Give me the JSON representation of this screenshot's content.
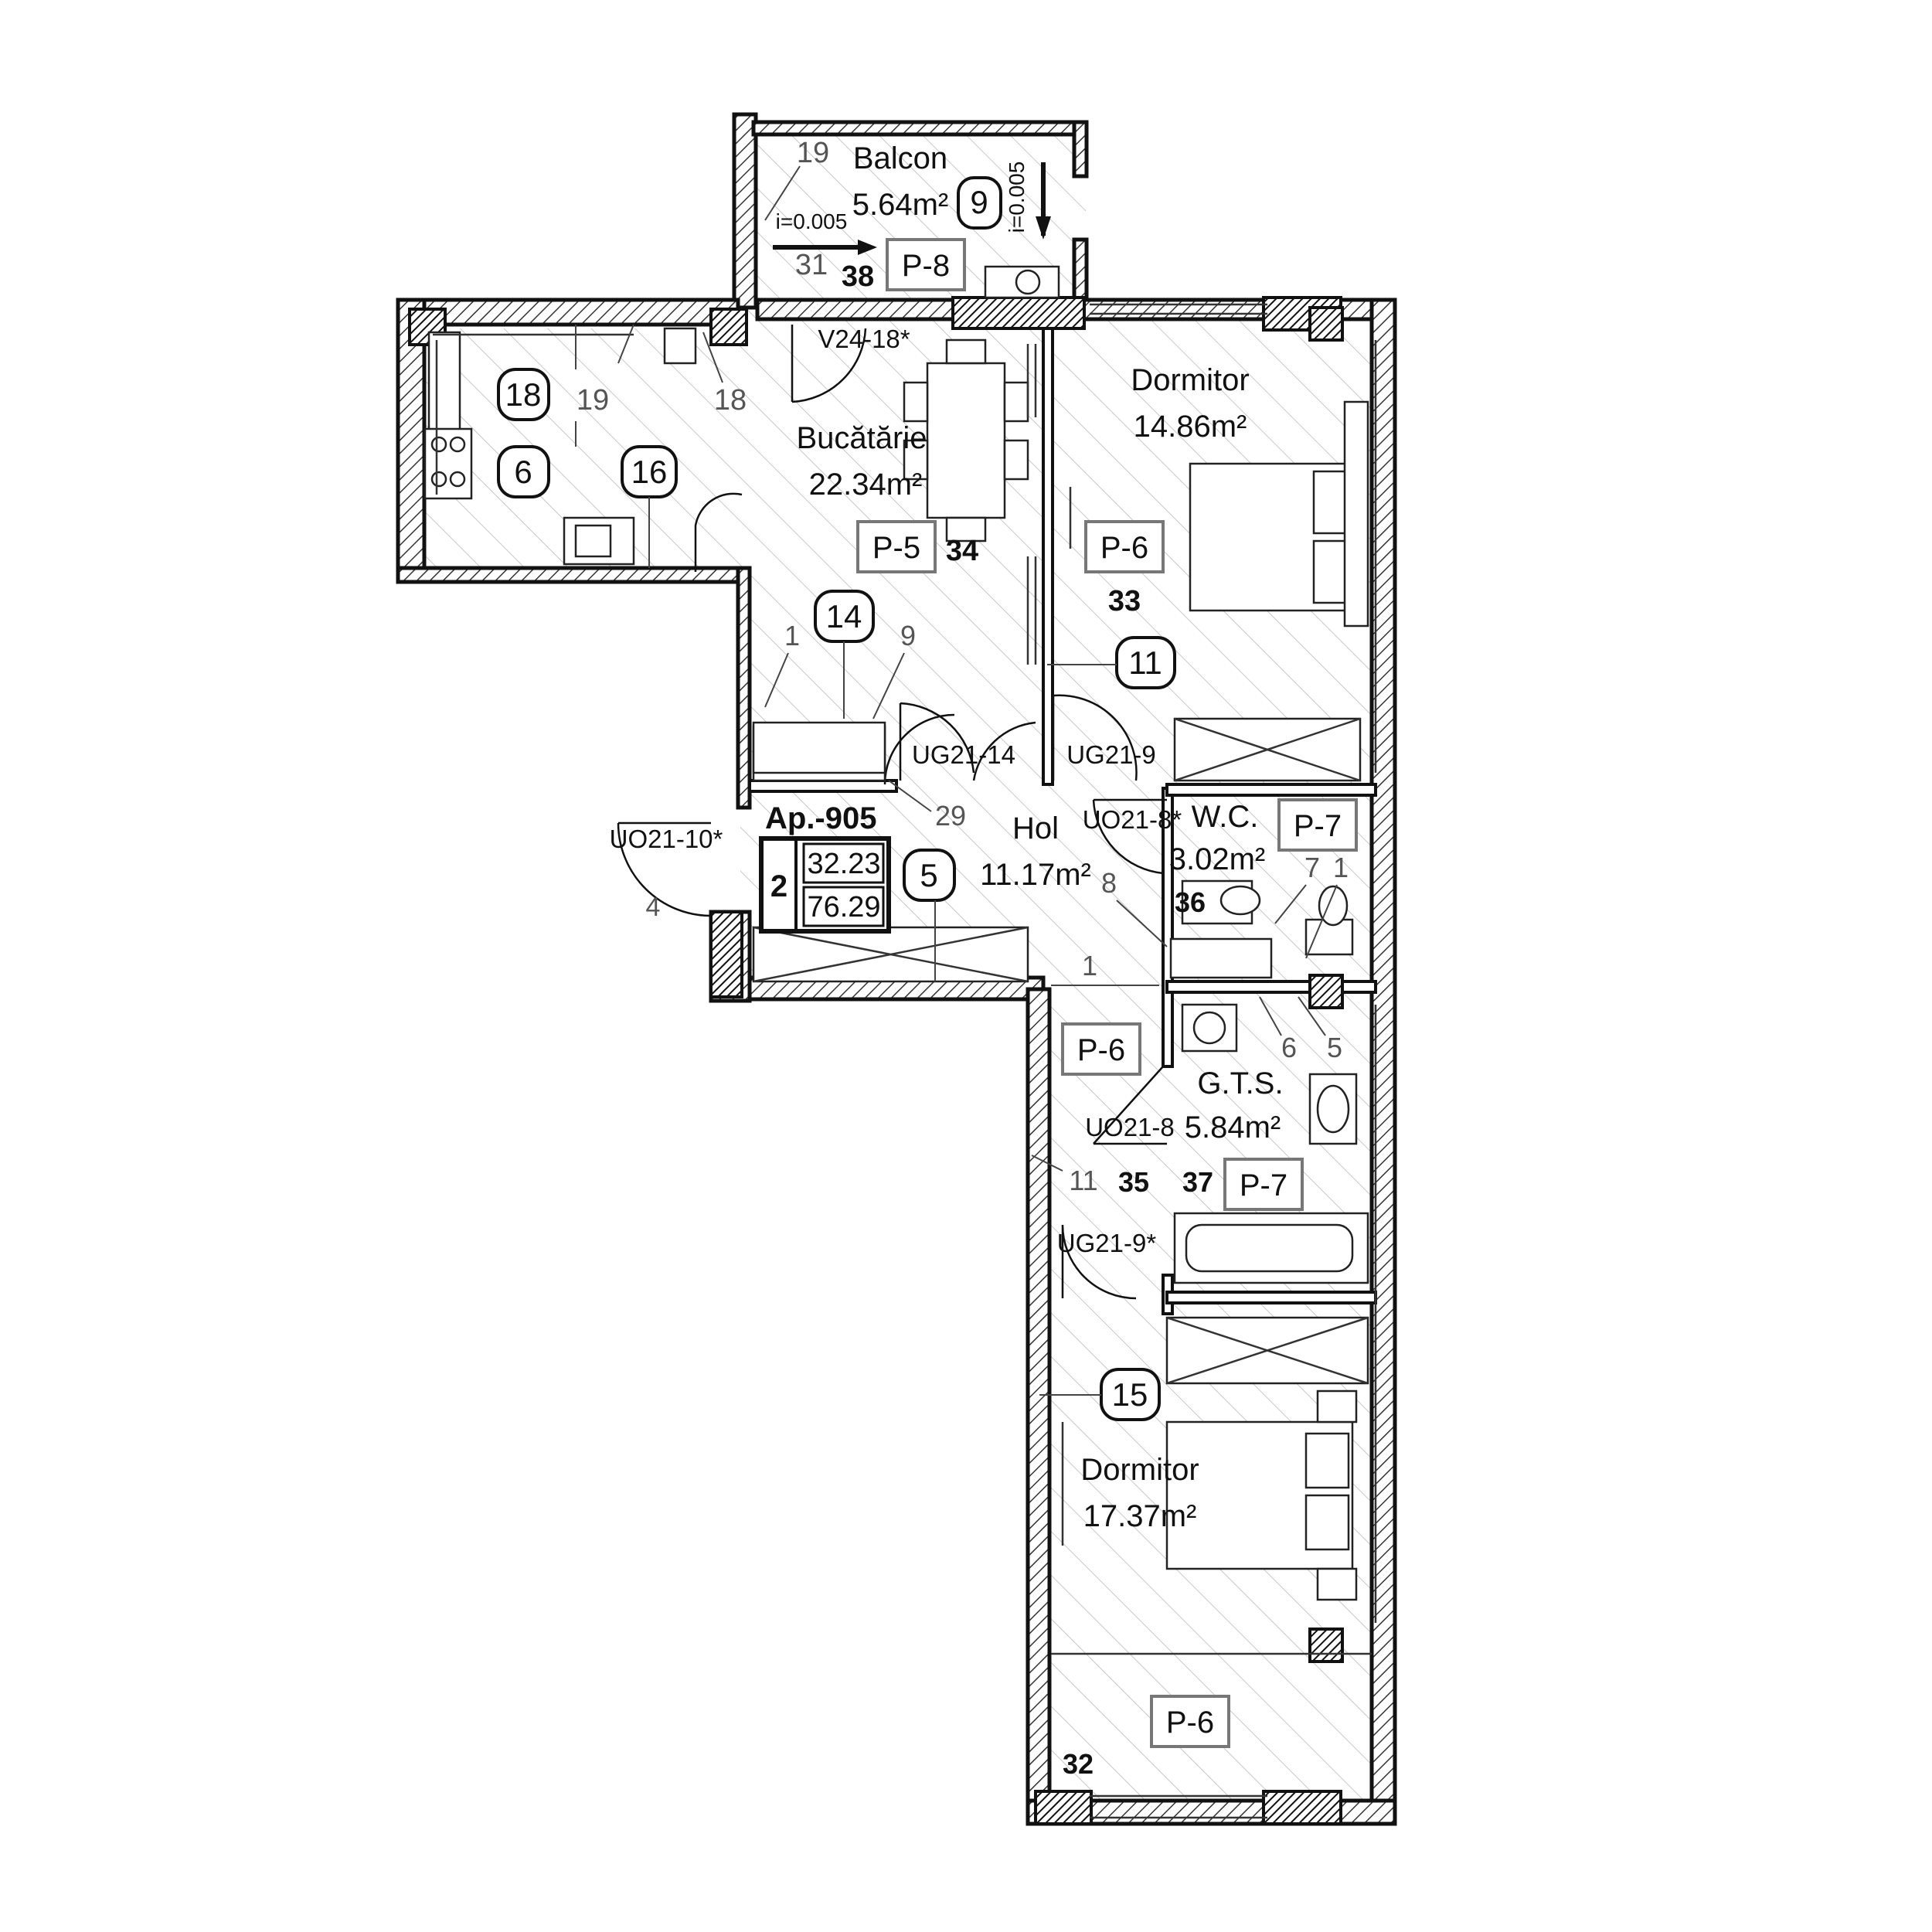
{
  "apartment": {
    "code": "Ap.-905",
    "rooms": "2",
    "area_useful": "32.23",
    "area_total": "76.29"
  },
  "rooms": {
    "balcon": {
      "name": "Balcon",
      "area": "5.64m²",
      "num": "38"
    },
    "kitchen": {
      "name": "Bucătărie",
      "area": "22.34m²",
      "num": "34"
    },
    "bed1": {
      "name": "Dormitor",
      "area": "14.86m²",
      "num": "33"
    },
    "hol": {
      "name": "Hol",
      "area": "11.17m²"
    },
    "wc": {
      "name": "W.C.",
      "area": "3.02m²",
      "num": "36"
    },
    "gts": {
      "name": "G.T.S.",
      "area": "5.84m²",
      "num": "37"
    },
    "bed2": {
      "name": "Dormitor",
      "area": "17.37m²",
      "num": "32"
    },
    "hol_num": "35"
  },
  "circles": [
    "9",
    "18",
    "6",
    "16",
    "14",
    "11",
    "5",
    "15"
  ],
  "finish_tags": [
    "P-8",
    "P-5",
    "P-6",
    "P-7",
    "P-7",
    "P-6",
    "P-6"
  ],
  "doors": [
    "V24-18*",
    "UG21-14",
    "UG21-9",
    "UO21-8*",
    "UO21-10*",
    "UO21-8",
    "UG21-9*"
  ],
  "slopes": [
    "i=0.005",
    "i=0.005"
  ],
  "markers": [
    "19",
    "31",
    "19",
    "18",
    "1",
    "9",
    "29",
    "4",
    "8",
    "7",
    "1",
    "1",
    "6",
    "5",
    "11"
  ]
}
